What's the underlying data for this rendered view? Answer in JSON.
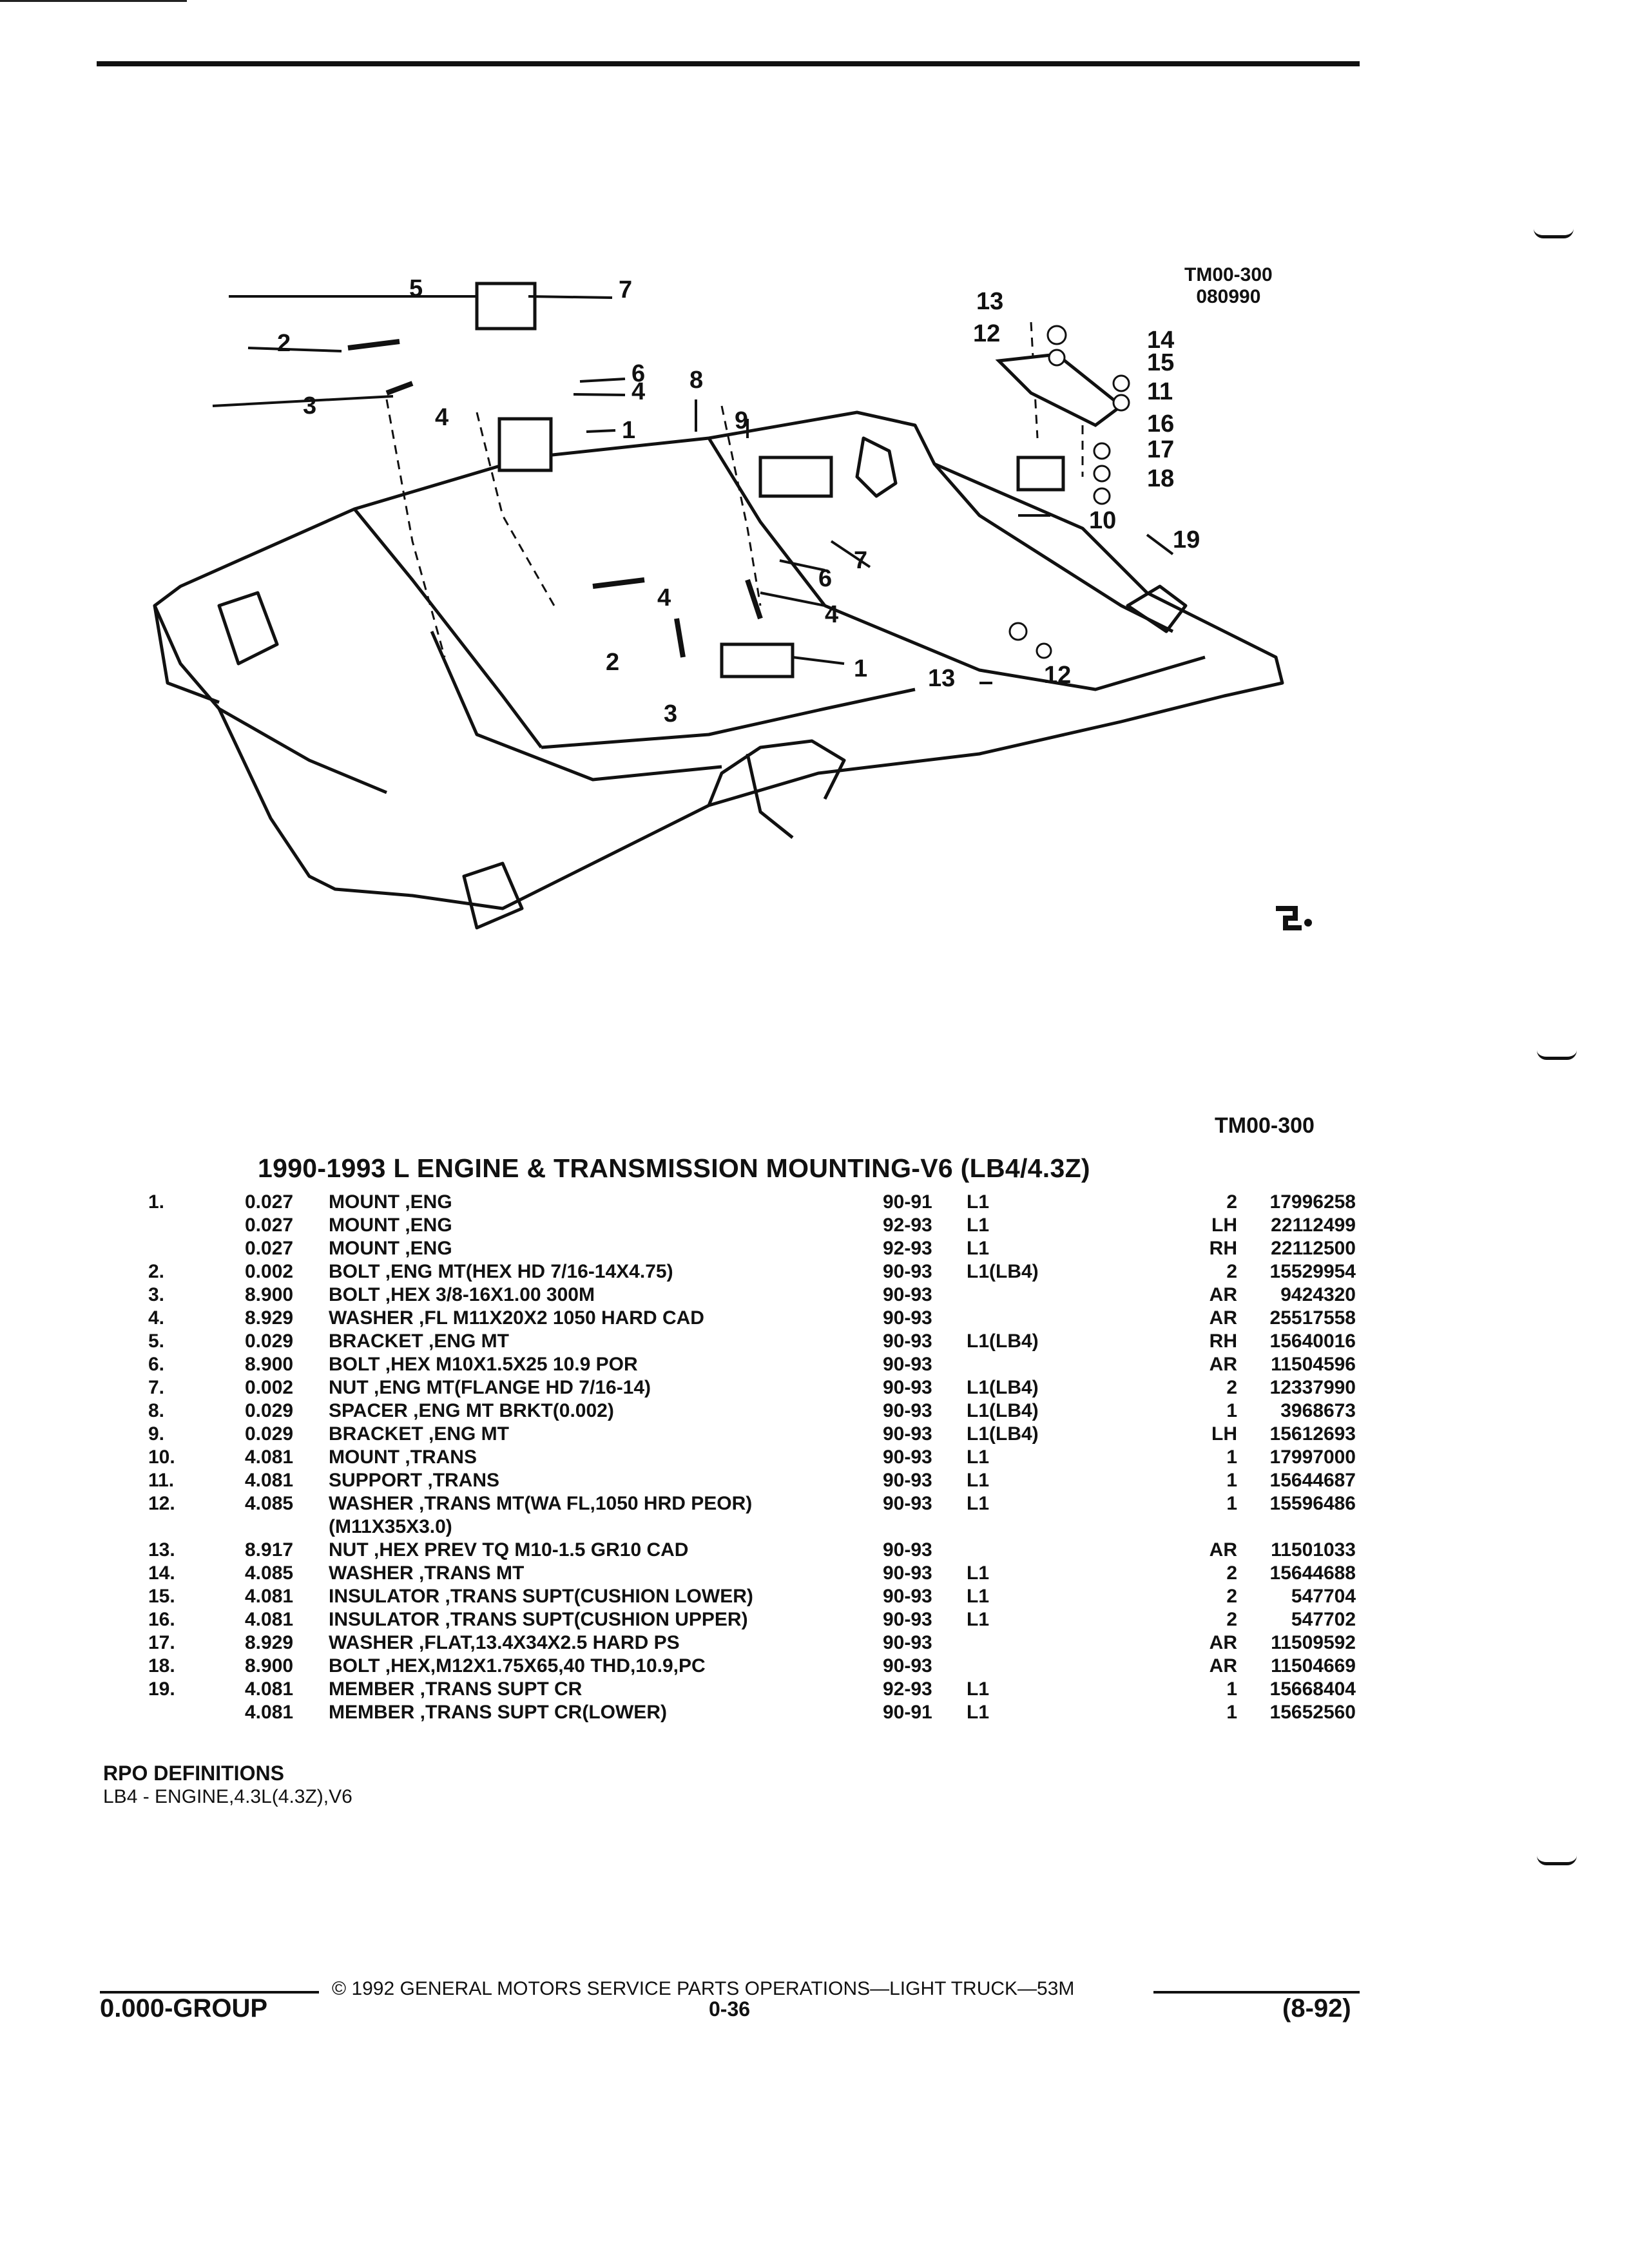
{
  "header": {
    "tm_code": "TM00-300",
    "tm_date": "080990"
  },
  "diagram": {
    "callouts": [
      "1",
      "2",
      "3",
      "4",
      "5",
      "6",
      "7",
      "8",
      "9",
      "10",
      "11",
      "12",
      "13",
      "14",
      "15",
      "16",
      "17",
      "18",
      "19"
    ],
    "logo_mark": "GM mark"
  },
  "figure_code": "TM00-300",
  "title": "1990-1993 L ENGINE & TRANSMISSION MOUNTING-V6 (LB4/4.3Z)",
  "parts": [
    {
      "ref": "1.",
      "grp": "0.027",
      "desc": "MOUNT ,ENG",
      "years": "90-91",
      "opt": "L1",
      "qty": "2",
      "pn": "17996258"
    },
    {
      "ref": "",
      "grp": "0.027",
      "desc": "MOUNT ,ENG",
      "years": "92-93",
      "opt": "L1",
      "qty": "LH",
      "pn": "22112499"
    },
    {
      "ref": "",
      "grp": "0.027",
      "desc": "MOUNT ,ENG",
      "years": "92-93",
      "opt": "L1",
      "qty": "RH",
      "pn": "22112500"
    },
    {
      "ref": "2.",
      "grp": "0.002",
      "desc": "BOLT ,ENG MT(HEX HD 7/16-14X4.75)",
      "years": "90-93",
      "opt": "L1(LB4)",
      "qty": "2",
      "pn": "15529954"
    },
    {
      "ref": "3.",
      "grp": "8.900",
      "desc": "BOLT ,HEX 3/8-16X1.00 300M",
      "years": "90-93",
      "opt": "",
      "qty": "AR",
      "pn": "9424320"
    },
    {
      "ref": "4.",
      "grp": "8.929",
      "desc": "WASHER ,FL M11X20X2 1050 HARD CAD",
      "years": "90-93",
      "opt": "",
      "qty": "AR",
      "pn": "25517558"
    },
    {
      "ref": "5.",
      "grp": "0.029",
      "desc": "BRACKET ,ENG MT",
      "years": "90-93",
      "opt": "L1(LB4)",
      "qty": "RH",
      "pn": "15640016"
    },
    {
      "ref": "6.",
      "grp": "8.900",
      "desc": "BOLT ,HEX M10X1.5X25 10.9 POR",
      "years": "90-93",
      "opt": "",
      "qty": "AR",
      "pn": "11504596"
    },
    {
      "ref": "7.",
      "grp": "0.002",
      "desc": "NUT ,ENG MT(FLANGE HD 7/16-14)",
      "years": "90-93",
      "opt": "L1(LB4)",
      "qty": "2",
      "pn": "12337990"
    },
    {
      "ref": "8.",
      "grp": "0.029",
      "desc": "SPACER ,ENG MT BRKT(0.002)",
      "years": "90-93",
      "opt": "L1(LB4)",
      "qty": "1",
      "pn": "3968673"
    },
    {
      "ref": "9.",
      "grp": "0.029",
      "desc": "BRACKET ,ENG MT",
      "years": "90-93",
      "opt": "L1(LB4)",
      "qty": "LH",
      "pn": "15612693"
    },
    {
      "ref": "10.",
      "grp": "4.081",
      "desc": "MOUNT ,TRANS",
      "years": "90-93",
      "opt": "L1",
      "qty": "1",
      "pn": "17997000"
    },
    {
      "ref": "11.",
      "grp": "4.081",
      "desc": "SUPPORT ,TRANS",
      "years": "90-93",
      "opt": "L1",
      "qty": "1",
      "pn": "15644687"
    },
    {
      "ref": "12.",
      "grp": "4.085",
      "desc": "WASHER ,TRANS MT(WA FL,1050 HRD PEOR)",
      "years": "90-93",
      "opt": "L1",
      "qty": "1",
      "pn": "15596486",
      "desc2": "(M11X35X3.0)"
    },
    {
      "ref": "13.",
      "grp": "8.917",
      "desc": "NUT ,HEX PREV TQ M10-1.5 GR10 CAD",
      "years": "90-93",
      "opt": "",
      "qty": "AR",
      "pn": "11501033"
    },
    {
      "ref": "14.",
      "grp": "4.085",
      "desc": "WASHER ,TRANS MT",
      "years": "90-93",
      "opt": "L1",
      "qty": "2",
      "pn": "15644688"
    },
    {
      "ref": "15.",
      "grp": "4.081",
      "desc": "INSULATOR ,TRANS SUPT(CUSHION LOWER)",
      "years": "90-93",
      "opt": "L1",
      "qty": "2",
      "pn": "547704"
    },
    {
      "ref": "16.",
      "grp": "4.081",
      "desc": "INSULATOR ,TRANS SUPT(CUSHION UPPER)",
      "years": "90-93",
      "opt": "L1",
      "qty": "2",
      "pn": "547702"
    },
    {
      "ref": "17.",
      "grp": "8.929",
      "desc": "WASHER ,FLAT,13.4X34X2.5 HARD PS",
      "years": "90-93",
      "opt": "",
      "qty": "AR",
      "pn": "11509592"
    },
    {
      "ref": "18.",
      "grp": "8.900",
      "desc": "BOLT ,HEX,M12X1.75X65,40 THD,10.9,PC",
      "years": "90-93",
      "opt": "",
      "qty": "AR",
      "pn": "11504669"
    },
    {
      "ref": "19.",
      "grp": "4.081",
      "desc": "MEMBER ,TRANS SUPT CR",
      "years": "92-93",
      "opt": "L1",
      "qty": "1",
      "pn": "15668404"
    },
    {
      "ref": "",
      "grp": "4.081",
      "desc": "MEMBER ,TRANS SUPT CR(LOWER)",
      "years": "90-91",
      "opt": "L1",
      "qty": "1",
      "pn": "15652560"
    }
  ],
  "rpo": {
    "heading": "RPO DEFINITIONS",
    "definition": "LB4 - ENGINE,4.3L(4.3Z),V6"
  },
  "footer": {
    "copyright": "© 1992 GENERAL MOTORS SERVICE PARTS OPERATIONS—LIGHT TRUCK—53M",
    "group": "0.000-GROUP",
    "page": "0-36",
    "date": "(8-92)"
  }
}
